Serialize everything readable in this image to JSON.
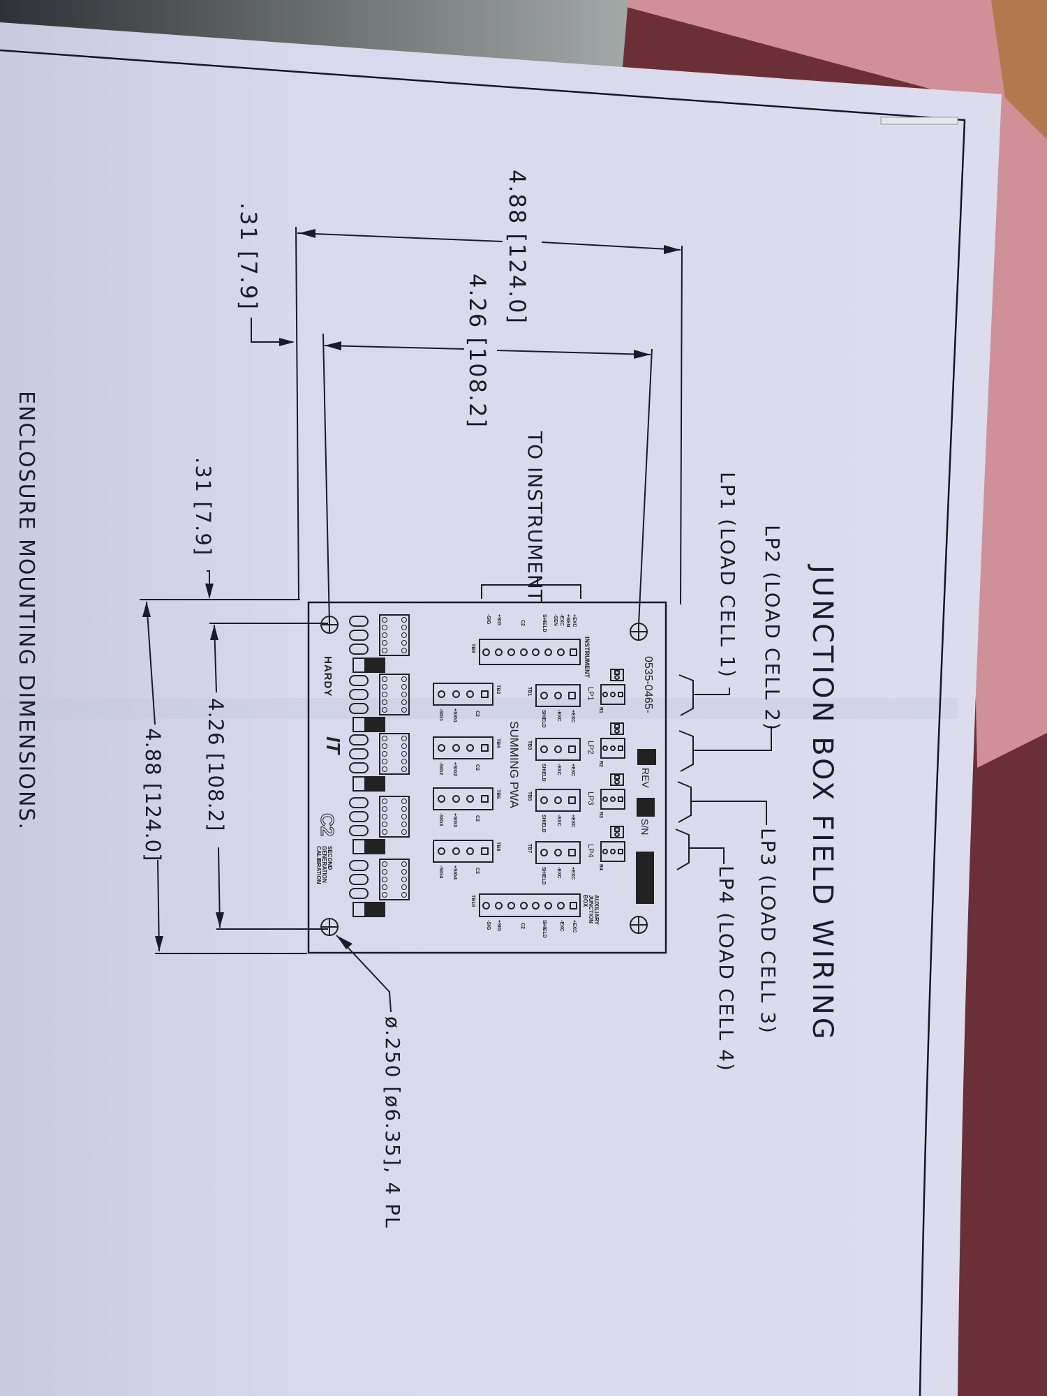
{
  "drawing": {
    "title": "JUNCTION BOX FIELD WIRING",
    "load_points": [
      {
        "label": "LP1 (LOAD CELL 1)"
      },
      {
        "label": "LP2 (LOAD CELL 2)"
      },
      {
        "label": "LP3 (LOAD CELL 3)"
      },
      {
        "label": "LP4 (LOAD CELL 4)"
      }
    ],
    "to_instrument": "TO INSTRUMENT",
    "dimensions": {
      "top_overall": "4.88 [124.0]",
      "top_holes": "4.26 [108.2]",
      "top_offset": ".31 [7.9]",
      "side_offset": ".31 [7.9]",
      "side_holes": "4.26 [108.2]",
      "side_overall": "4.88 [124.0]",
      "hole_callout": "ø.250 [ø6.35], 4 PL"
    },
    "footer_note": "ENCLOSURE MOUNTING DIMENSIONS."
  },
  "board": {
    "part_number": "0535-0465-",
    "rev_label": "REV",
    "sn_label": "S/N",
    "name": "SUMMING PWA",
    "instrument_label": "INSTRUMENT",
    "aux_label": "AUXILIARY JUNCTION BOX",
    "brand": "HARDY",
    "logo_it": "IT",
    "logo_c2": "C2",
    "c2_text": "SECOND GENERATION CALIBRATION",
    "lp_blocks": [
      {
        "lp": "LP1",
        "tb": "TB1",
        "r": "R1"
      },
      {
        "lp": "LP2",
        "tb": "TB3",
        "r": "R2"
      },
      {
        "lp": "LP3",
        "tb": "TB5",
        "r": "R3"
      },
      {
        "lp": "LP4",
        "tb": "TB7",
        "r": "R4"
      }
    ],
    "sig_blocks": [
      {
        "tb": "TB2",
        "neg": "-SIG1",
        "pos": "+SIG1"
      },
      {
        "tb": "TB4",
        "neg": "-SIG2",
        "pos": "+SIG2"
      },
      {
        "tb": "TB6",
        "neg": "-SIG3",
        "pos": "+SIG3"
      },
      {
        "tb": "TB8",
        "neg": "-SIG4",
        "pos": "+SIG4"
      }
    ],
    "pins": {
      "exc_pos": "+EXC",
      "exc_neg": "-EXC",
      "shield": "SHIELD",
      "sen_pos": "+SEN",
      "sen_neg": "-SEN",
      "sig_pos": "+SIG",
      "sig_neg": "-SIG",
      "c2": "C2"
    },
    "tb9": "TB9",
    "tb10": "TB10"
  }
}
